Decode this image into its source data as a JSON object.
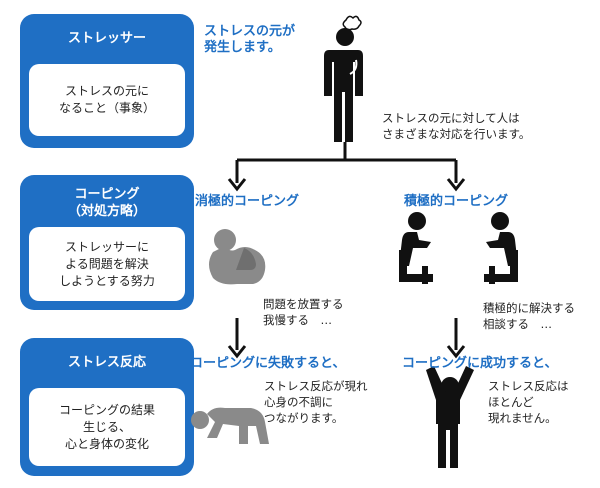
{
  "rows": [
    {
      "title_lines": [
        "ストレッサー"
      ],
      "body_lines": [
        "ストレスの元に",
        "なること（事象）"
      ]
    },
    {
      "title_lines": [
        "コーピング",
        "（対処方略）"
      ],
      "body_lines": [
        "ストレッサーに",
        "よる問題を解決",
        "しようとする努力"
      ]
    },
    {
      "title_lines": [
        "ストレス反応"
      ],
      "body_lines": [
        "コーピングの結果",
        "生じる、",
        "心と身体の変化"
      ]
    }
  ],
  "top": {
    "headline_lines": [
      "ストレスの元が",
      "発生します。"
    ],
    "note_lines": [
      "ストレスの元に対して人は",
      "さまざまな対応を行います。"
    ]
  },
  "negative": {
    "heading": "消極的コーピング",
    "note_lines": [
      "問題を放置する",
      "我慢する　…"
    ],
    "result_heading": "コーピングに失敗すると、",
    "result_lines": [
      "ストレス反応が現れ",
      "心身の不調に",
      "つながります。"
    ]
  },
  "positive": {
    "heading": "積極的コーピング",
    "note_lines": [
      "積極的に解決する",
      "相談する　…"
    ],
    "result_heading": "コーピングに成功すると、",
    "result_lines": [
      "ストレス反応は",
      "ほとんど",
      "現れません。"
    ]
  }
}
